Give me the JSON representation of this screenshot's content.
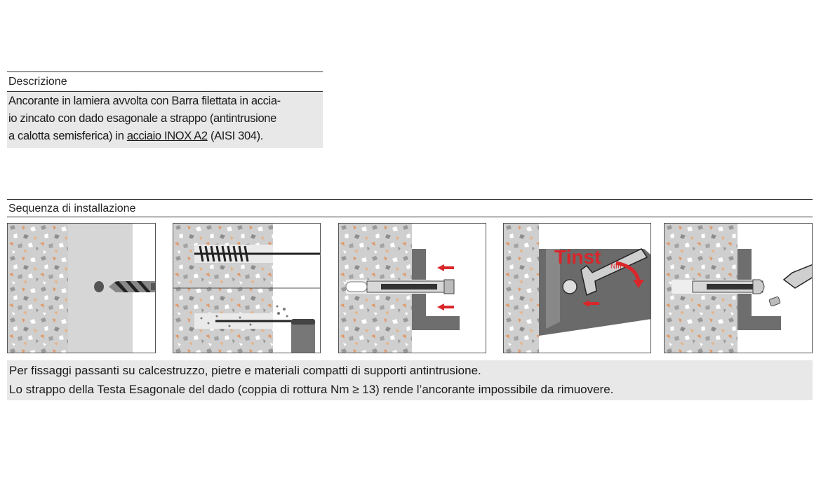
{
  "description": {
    "title": "Descrizione",
    "line1": "Ancorante in lamiera avvolta con Barra filettata in accia-",
    "line2": "io zincato  con dado esagonale a strappo (antintrusione",
    "line3_pre": "a calotta semisferica) in ",
    "line3_link": "acciaio INOX A2",
    "line3_post": " (AISI 304)."
  },
  "installation": {
    "title": "Sequenza di installazione",
    "steps": [
      {
        "illustration": "drill-bit-icon"
      },
      {
        "illustration": "brush-and-blower-icon"
      },
      {
        "illustration": "insert-anchor-icon"
      },
      {
        "illustration": "torque-wrench-icon"
      },
      {
        "illustration": "nut-breakoff-icon"
      }
    ],
    "torque_label": "Tinst",
    "torque_unit": "Nm",
    "accent_color": "#d9262a"
  },
  "notes": {
    "line1": "Per fissaggi passanti su calcestruzzo, pietre e materiali compatti di supporti antintrusione.",
    "line2": "Lo strappo della Testa Esagonale del dado (coppia di rottura Nm ≥ 13) rende l’ancorante impossibile da rimuovere."
  }
}
